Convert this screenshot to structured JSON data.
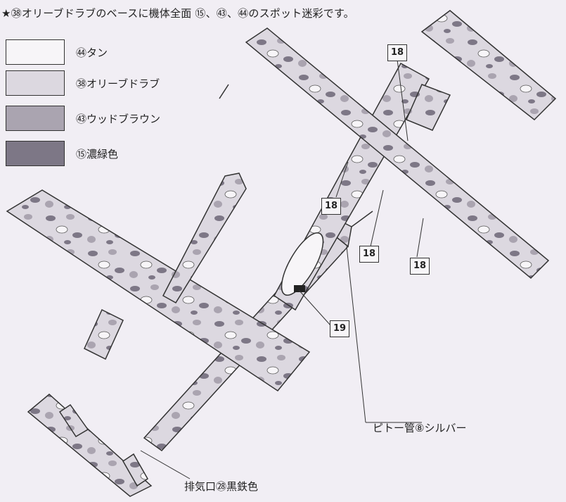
{
  "header": {
    "text": "★㊳オリーブドラブのベースに機体全面 ⑮、㊸、㊹のスポット迷彩です。"
  },
  "legend": [
    {
      "label": "㊹タン",
      "color": "#f7f5f8"
    },
    {
      "label": "㊳オリーブドラブ",
      "color": "#dcd8e0"
    },
    {
      "label": "㊸ウッドブラウン",
      "color": "#aaa4b0"
    },
    {
      "label": "⑮濃緑色",
      "color": "#7d7786"
    }
  ],
  "callouts": [
    "18",
    "18",
    "18",
    "18",
    "19"
  ],
  "notes": {
    "pitot": "ピトー管⑧シルバー",
    "exhaust": "排気口㉘黒鉄色"
  }
}
